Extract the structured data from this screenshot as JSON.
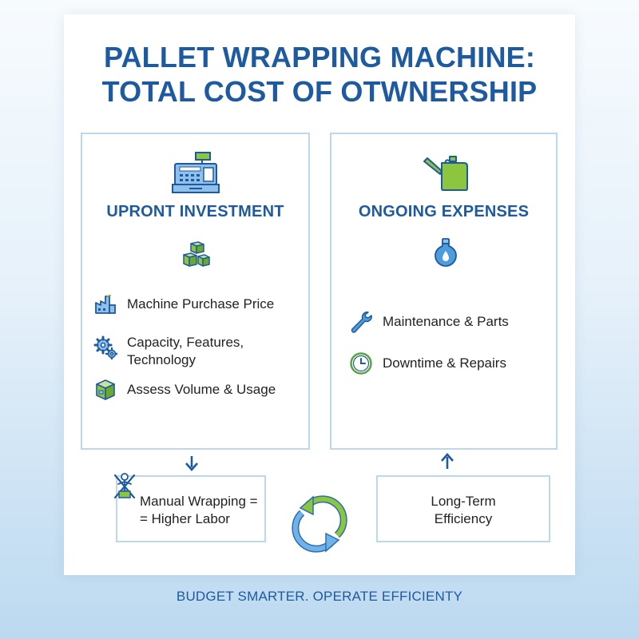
{
  "title": {
    "line1": "PALLET WRAPPING MACHINE:",
    "line2": "TOTAL COST OF OTWNERSHIP"
  },
  "left_panel": {
    "heading": "UPRONT INVESTMENT",
    "header_icon": "cash-register-icon",
    "sub_icon": "boxes-icon",
    "items": [
      {
        "icon": "factory-icon",
        "label": "Machine Purchase Price"
      },
      {
        "icon": "gears-icon",
        "label_line1": "Capacity, Features,",
        "label_line2": "Technology"
      },
      {
        "icon": "box-icon",
        "label": "Assess Volume & Usage"
      }
    ]
  },
  "right_panel": {
    "heading": "ONGOING EXPENSES",
    "header_icon": "oil-can-icon",
    "sub_icon": "oil-drop-icon",
    "items": [
      {
        "icon": "wrench-icon",
        "label": "Maintenance & Parts"
      },
      {
        "icon": "clock-icon",
        "label": "Downtime & Repairs"
      }
    ]
  },
  "bottom_left": {
    "icon": "no-worker-icon",
    "line1": "Manual Wrapping =",
    "line2": "= Higher Labor"
  },
  "bottom_right": {
    "line1": "Long-Term",
    "line2": "Efficiency"
  },
  "cycle_icon": "recycle-arrows-icon",
  "footer": "BUDGET SMARTER. OPERATE EFFICIENTY",
  "colors": {
    "primary_blue": "#1e5aa0",
    "accent_green": "#8cc63f",
    "border_light_blue": "#bcd8ef"
  }
}
